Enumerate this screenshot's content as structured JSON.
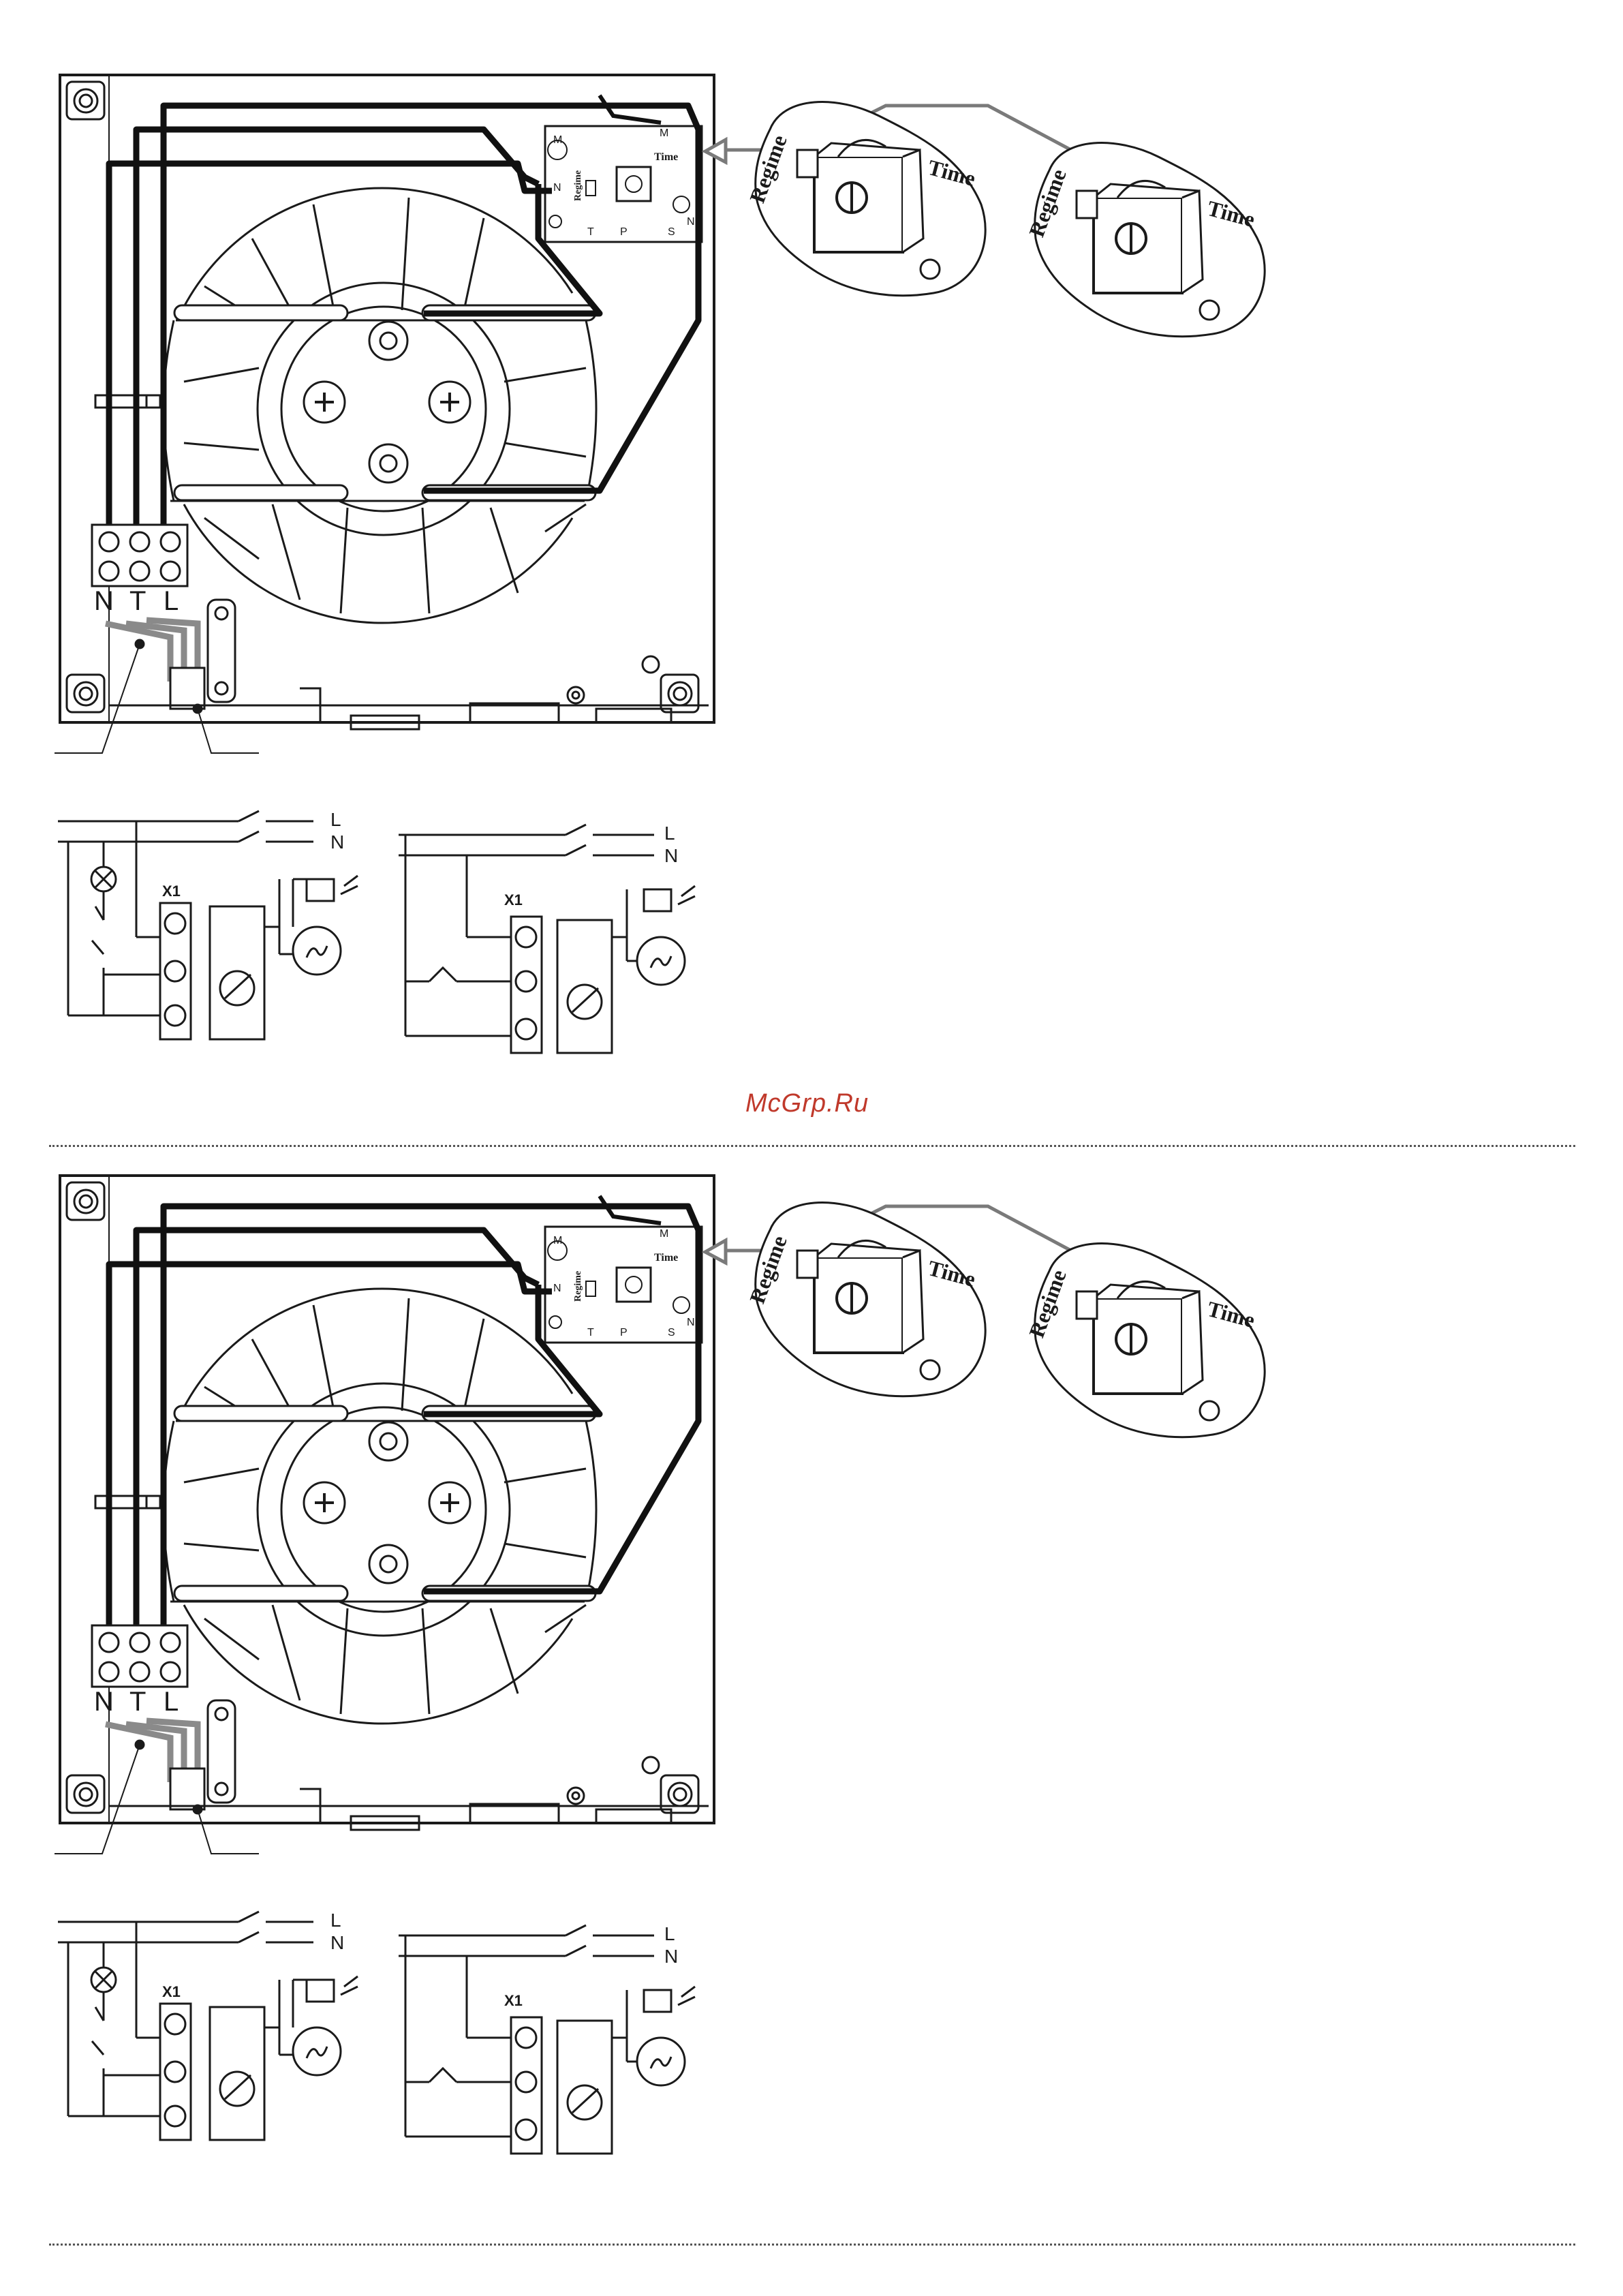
{
  "watermark": "McGrp.Ru",
  "terminals": [
    "N",
    "T",
    "L"
  ],
  "board": {
    "label_m_left": "M",
    "label_m_right": "M",
    "label_n_left": "N",
    "label_n_right": "N",
    "label_t": "T",
    "label_p": "P",
    "label_s": "S",
    "label_regime": "Regime",
    "label_time": "Time"
  },
  "callouts": {
    "regime": "Regime",
    "time": "Time"
  },
  "schematic": {
    "block_label": "X1",
    "line_l": "L",
    "line_n": "N"
  },
  "colors": {
    "line": "#1a1a1a",
    "wire_grey": "#8a8a8a",
    "watermark": "#c0392b"
  }
}
